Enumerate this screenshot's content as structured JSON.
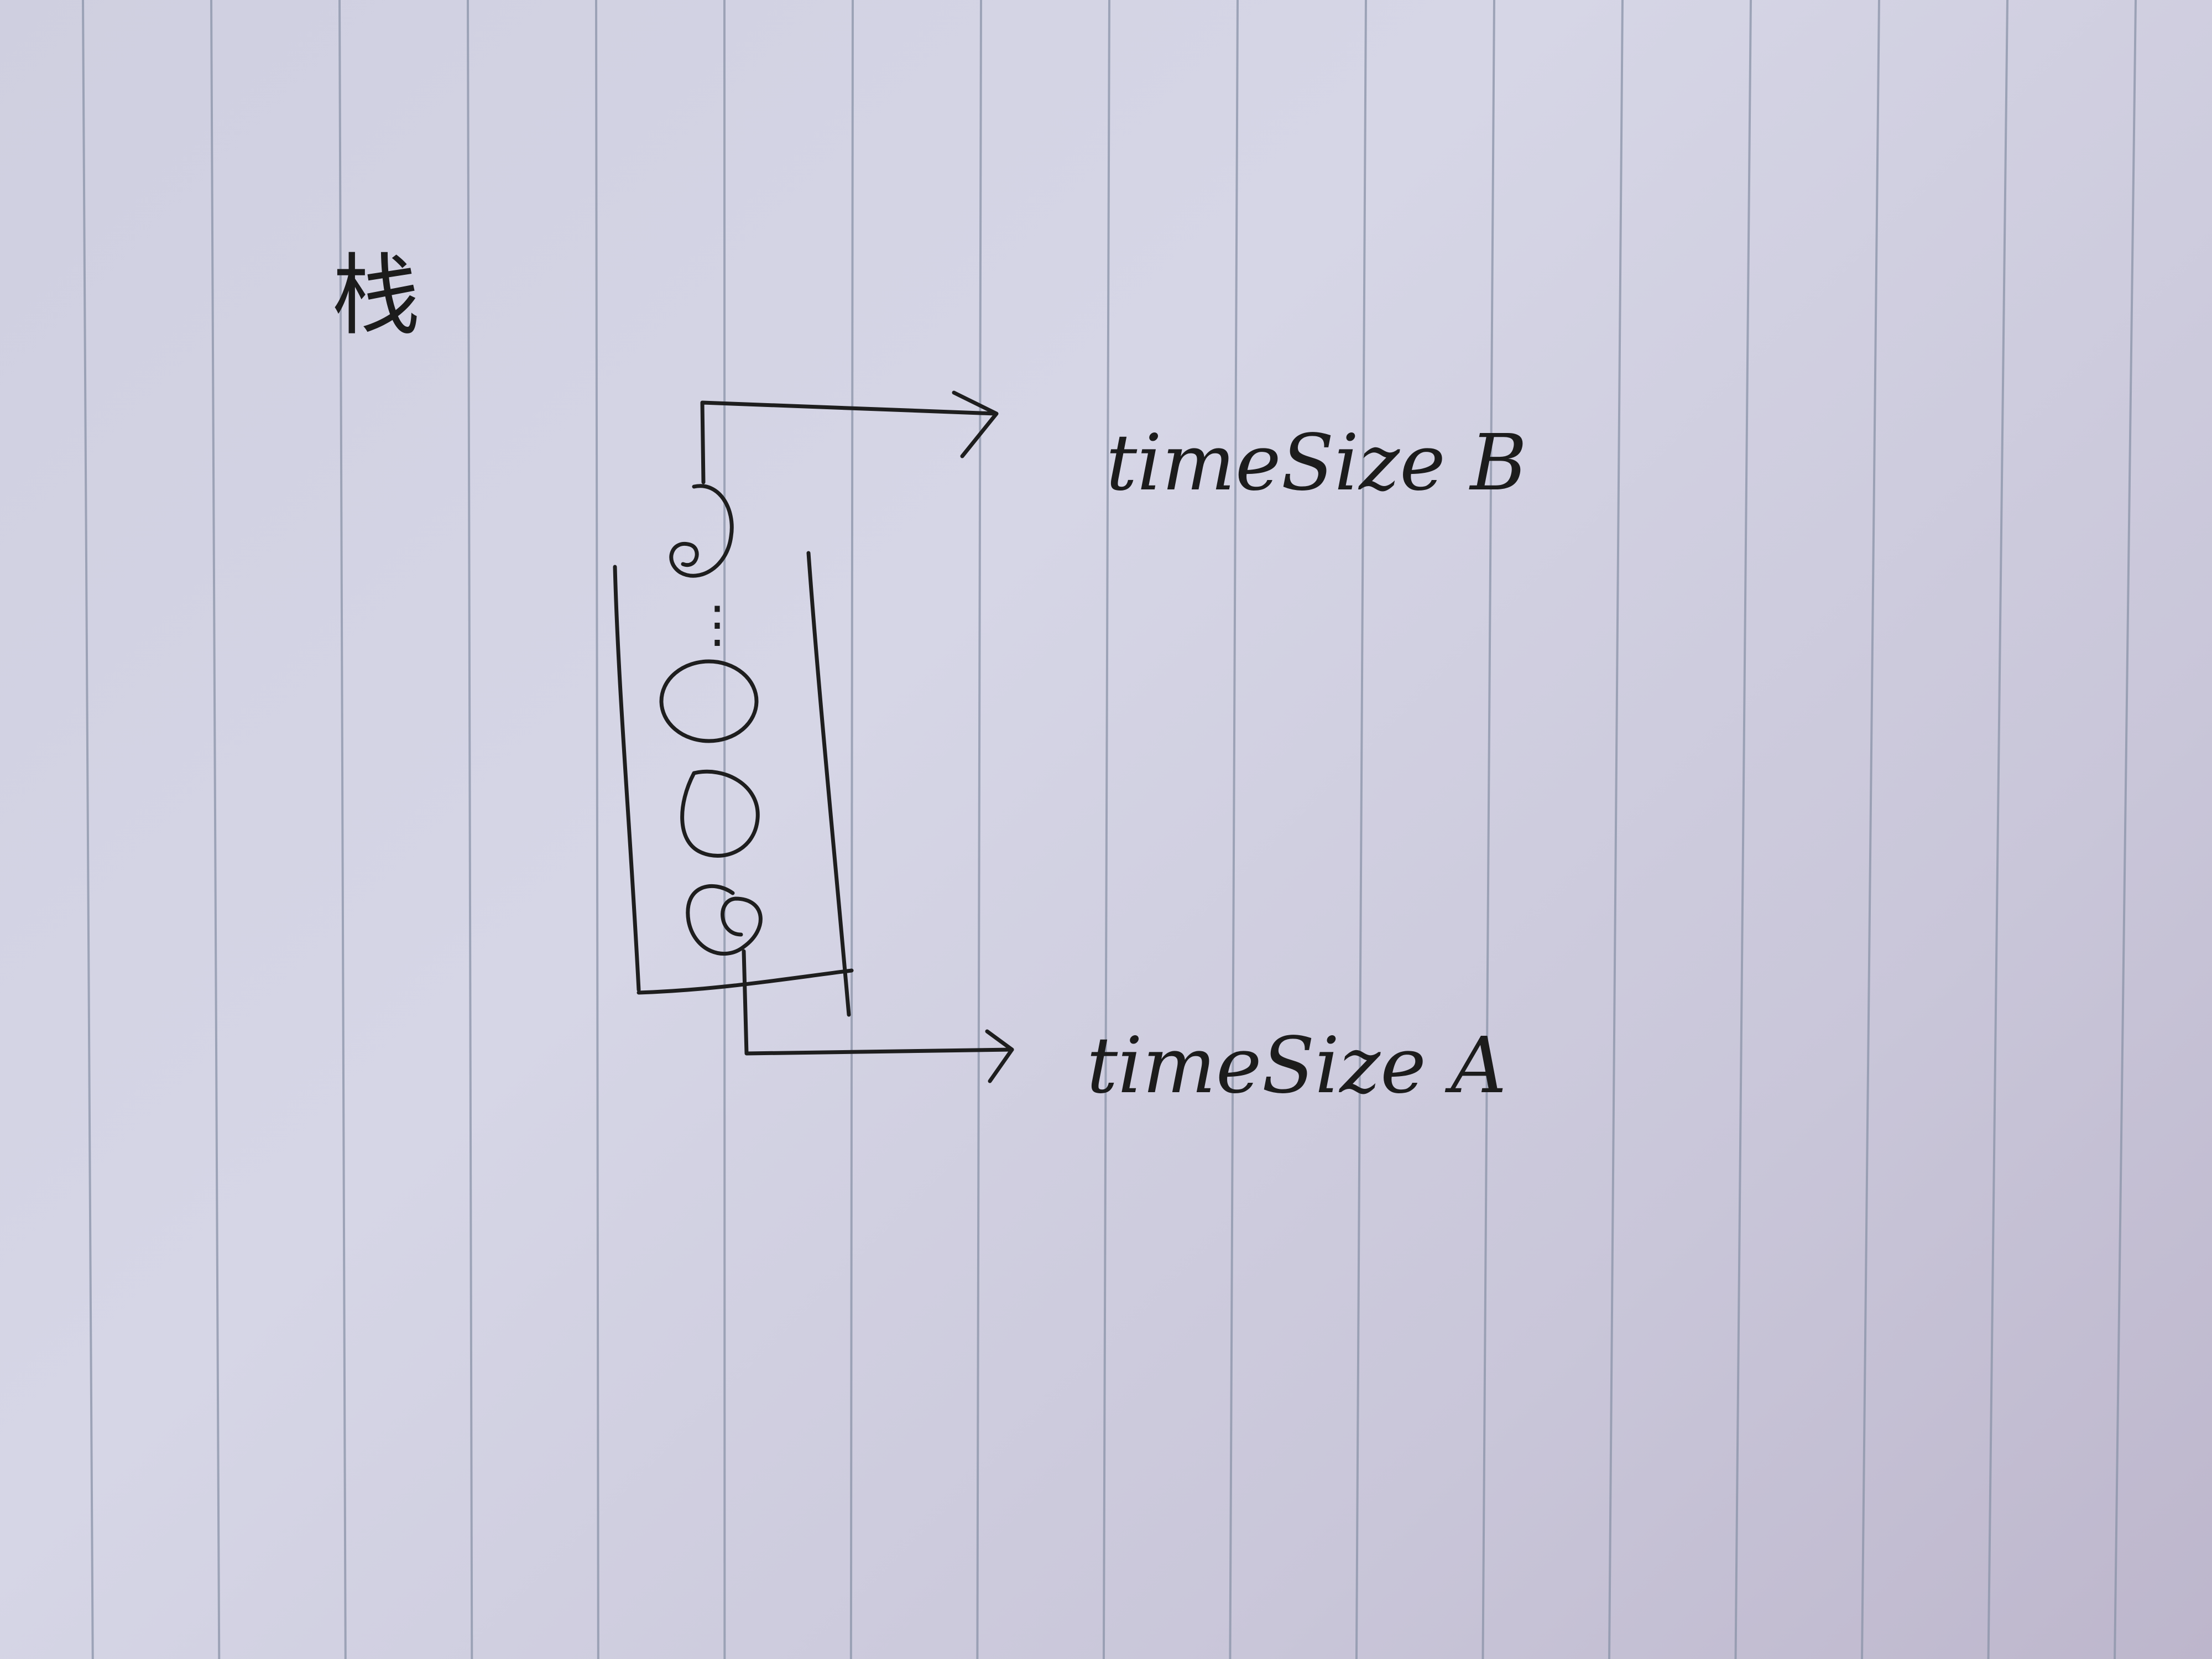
{
  "diagram": {
    "title": "栈",
    "labels": {
      "top": "timeSize B",
      "bottom": "timeSize A"
    },
    "stack_items": 4,
    "ellipsis": "⋮",
    "colors": {
      "ink": "#1e1e1e",
      "paper": "#d4d4e4",
      "rule_line": "#8a93a8"
    }
  }
}
